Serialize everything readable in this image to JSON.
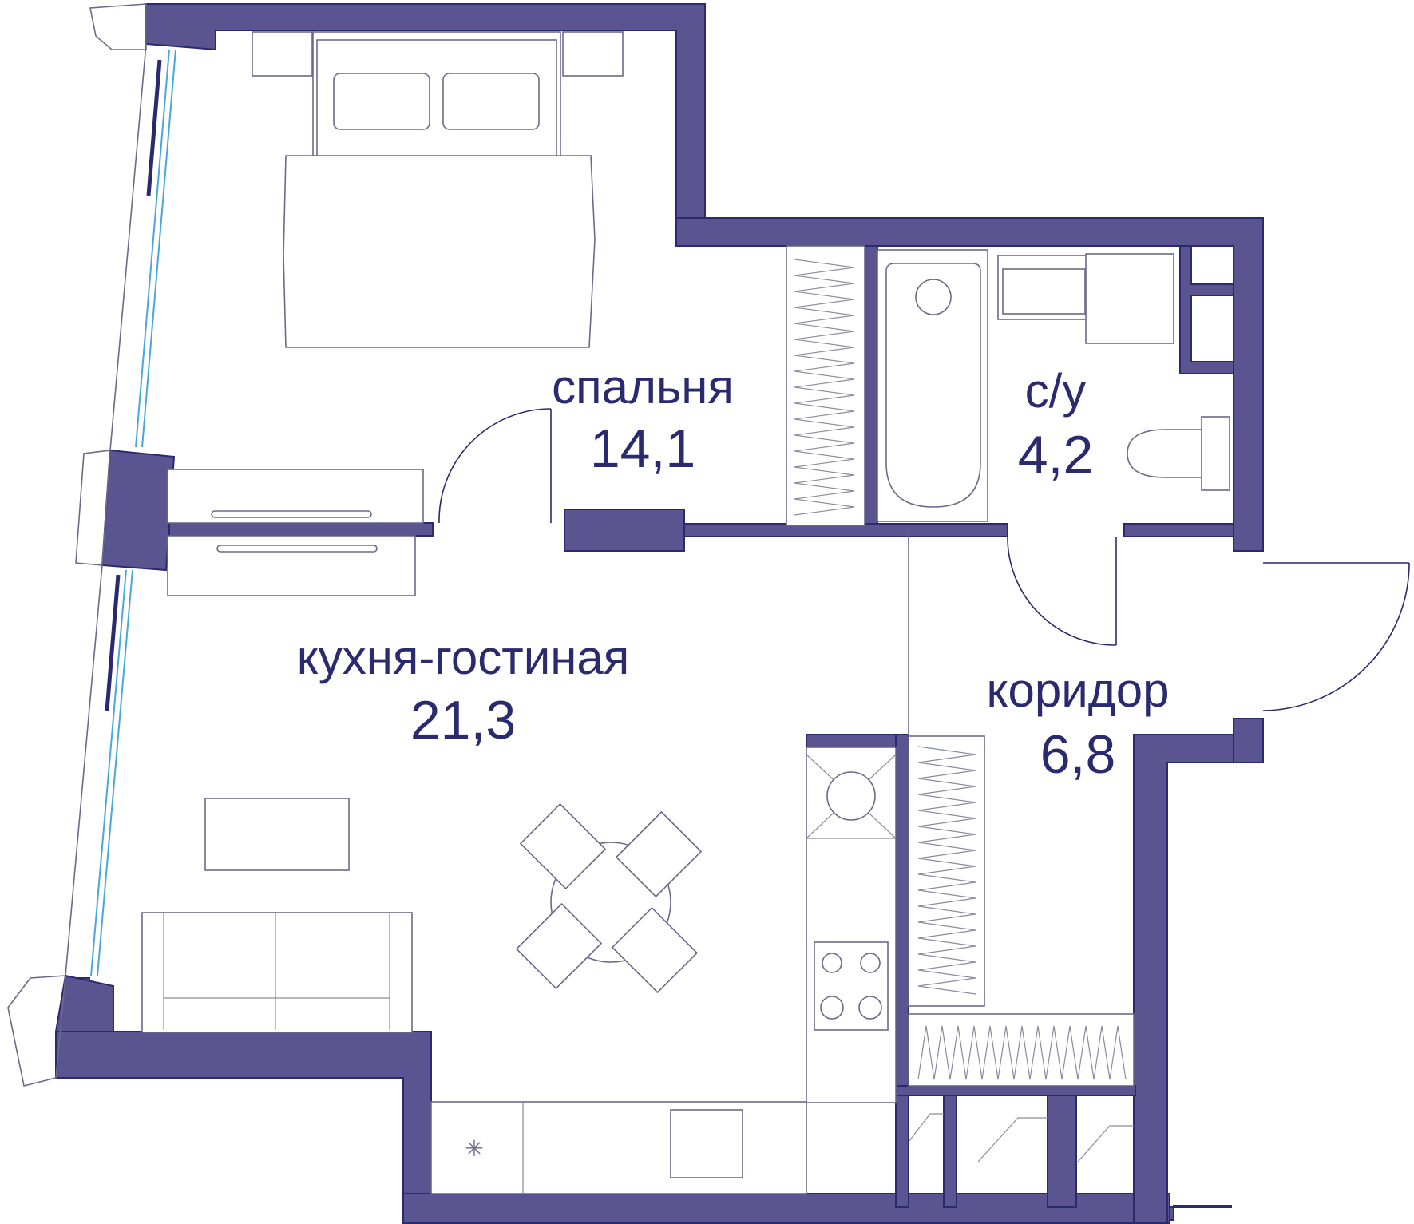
{
  "rooms": [
    {
      "id": "bedroom",
      "name": "спальня",
      "area": "14,1"
    },
    {
      "id": "bathroom",
      "name": "с/у",
      "area": "4,2"
    },
    {
      "id": "kitchen-living",
      "name": "кухня-гостиная",
      "area": "21,3"
    },
    {
      "id": "corridor",
      "name": "коридор",
      "area": "6,8"
    }
  ],
  "colors": {
    "wall": "#5a5490",
    "text": "#2a2a6e",
    "window": "#4aa8d8"
  }
}
